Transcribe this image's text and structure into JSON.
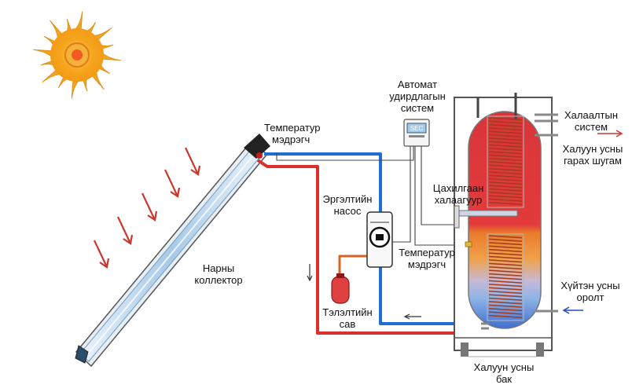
{
  "labels": {
    "automatic_control": [
      "Автомат",
      "удирдлагын",
      "систем"
    ],
    "temperature_sensor_top": [
      "Температур",
      "мэдрэгч"
    ],
    "temperature_sensor_tank": [
      "Температур",
      "мэдрэгч"
    ],
    "circulation_pump": [
      "Эргэлтийн",
      "насос"
    ],
    "electric_heater": [
      "Цахилгаан",
      "халаагуур"
    ],
    "expansion_vessel": [
      "Тэлэлтийн",
      "сав"
    ],
    "solar_collector": [
      "Нарны",
      "коллектор"
    ],
    "heating_system": [
      "Халаалтын",
      "систем"
    ],
    "hot_water_outlet": [
      "Халуун усны",
      "гарах шугам"
    ],
    "cold_water_inlet": [
      "Хүйтэн усны",
      "оролт"
    ],
    "hot_water_tank": [
      "Халуун усны",
      "бак"
    ]
  },
  "controller_display": "SEC",
  "colors": {
    "hot_pipe": "#d9302c",
    "cold_pipe": "#1e6fd1",
    "tank_hot": "#e03a3a",
    "tank_mid": "#ef8a2e",
    "tank_cool": "#8fb6e6",
    "sun_outer": "#f3a51c",
    "sun_inner": "#f7c13a",
    "collector": "#a9cbe8",
    "arrows": "#c8392f"
  }
}
